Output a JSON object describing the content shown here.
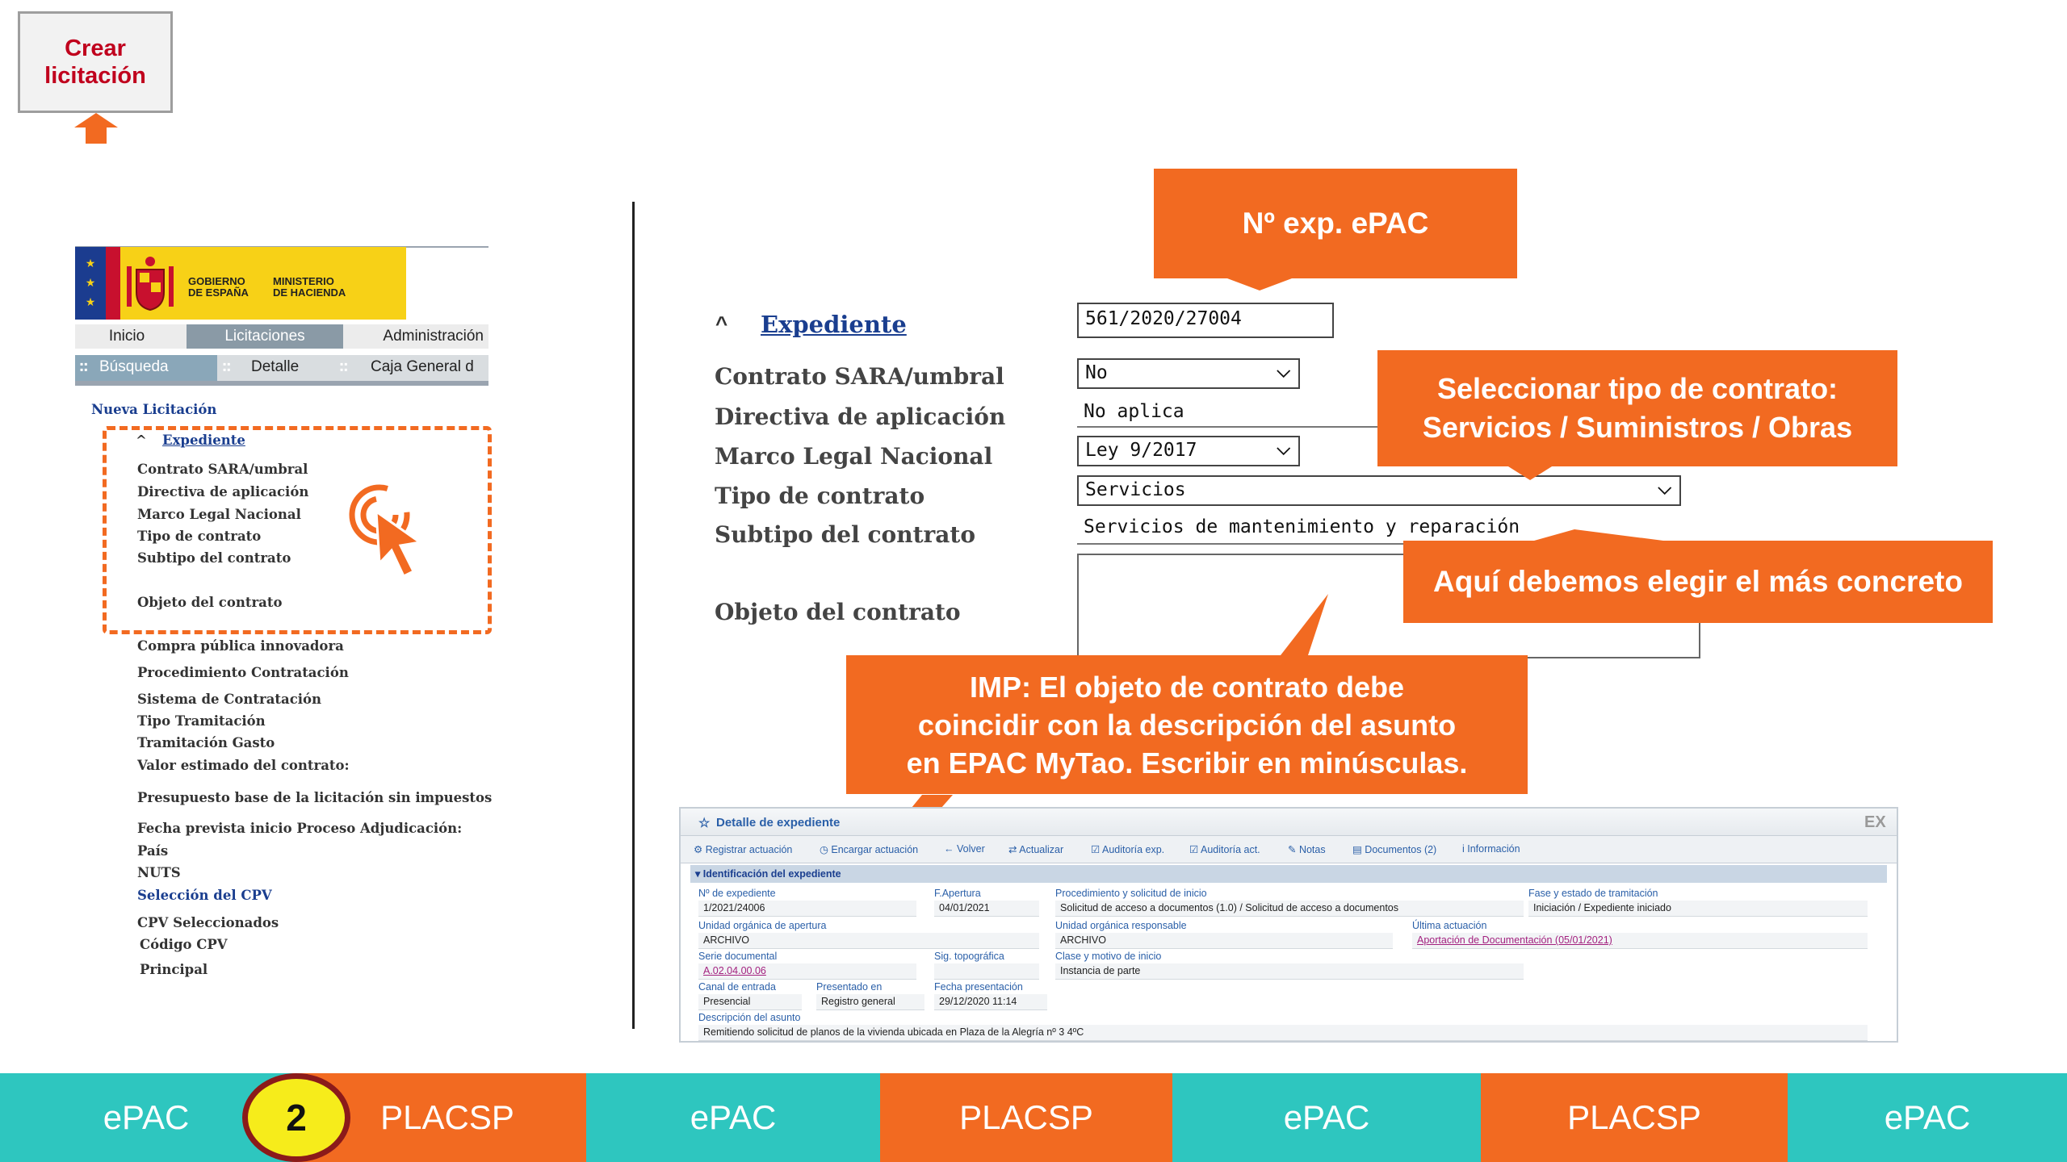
{
  "crear_button": {
    "label": "Crear licitación"
  },
  "mini_portal": {
    "gov_name_line1": "GOBIERNO",
    "gov_name_line2": "DE ESPAÑA",
    "ministry_line1": "MINISTERIO",
    "ministry_line2": "DE HACIENDA",
    "nav_main": [
      "Inicio",
      "Licitaciones",
      "Administración"
    ],
    "nav_sub": [
      "Búsqueda",
      "Detalle",
      "Caja General d"
    ],
    "new_title": "Nueva Licitación",
    "expediente_link": "Expediente",
    "expediente_items": [
      "Contrato SARA/umbral",
      "Directiva de aplicación",
      "Marco Legal Nacional",
      "Tipo de contrato",
      "Subtipo del contrato",
      "Objeto del contrato"
    ],
    "other_items": [
      "Compra pública innovadora",
      "Procedimiento Contratación",
      "Sistema de Contratación",
      "Tipo Tramitación",
      "Tramitación Gasto",
      "Valor estimado del contrato:",
      "Presupuesto base de la licitación sin impuestos",
      "Fecha prevista inicio Proceso Adjudicación:",
      "País",
      "NUTS"
    ],
    "cpv_link": "Selección del CPV",
    "cpv_items": [
      "CPV Seleccionados",
      "Código CPV",
      "Principal"
    ]
  },
  "form": {
    "section_title": "Expediente",
    "fields": [
      {
        "label": "Contrato SARA/umbral",
        "value": "No"
      },
      {
        "label": "Directiva de aplicación",
        "value": "No aplica"
      },
      {
        "label": "Marco Legal Nacional",
        "value": "Ley 9/2017"
      },
      {
        "label": "Tipo de contrato",
        "value": "Servicios"
      },
      {
        "label": "Subtipo del contrato",
        "value": "Servicios de mantenimiento y reparación"
      },
      {
        "label": "Objeto del contrato",
        "value": ""
      }
    ],
    "expediente_number": "561/2020/27004"
  },
  "callouts": {
    "exp_epac": "Nº exp. ePAC",
    "tipo_line1": "Seleccionar tipo de contrato:",
    "tipo_line2": "Servicios / Suministros /  Obras",
    "concreto": "Aquí debemos elegir el más concreto",
    "imp_line1": "IMP: El objeto de contrato  debe",
    "imp_line2": "coincidir  con la descripción del asunto",
    "imp_line3": "en EPAC MyTao. Escribir en minúsculas."
  },
  "detalle": {
    "title": "Detalle de expediente",
    "corner": "EX",
    "tools": [
      "Registrar actuación",
      "Encargar actuación",
      "Volver",
      "Actualizar",
      "Auditoría exp.",
      "Auditoría act.",
      "Notas",
      "Documentos (2)",
      "Información"
    ],
    "section": "Identificación del expediente",
    "f_num_label": "Nº de expediente",
    "f_num": "1/2021/24006",
    "f_apertura_label": "F.Apertura",
    "f_apertura": "04/01/2021",
    "f_proc_label": "Procedimiento y solicitud de inicio",
    "f_proc": "Solicitud de acceso a documentos (1.0) / Solicitud de acceso a documentos",
    "f_fase_label": "Fase y estado de tramitación",
    "f_fase": "Iniciación / Expediente iniciado",
    "f_unidad_label": "Unidad orgánica de apertura",
    "f_unidad": "ARCHIVO",
    "f_unidad_resp_label": "Unidad orgánica responsable",
    "f_unidad_resp": "ARCHIVO",
    "f_ultima_label": "Última actuación",
    "f_ultima": "Aportación de Documentación (05/01/2021)",
    "f_serie_label": "Serie documental",
    "f_serie": "A.02.04.00.06",
    "f_sig_label": "Sig. topográfica",
    "f_sig": "",
    "f_clase_label": "Clase y motivo de inicio",
    "f_clase": "Instancia de parte",
    "f_canal_label": "Canal de entrada",
    "f_canal": "Presencial",
    "f_presentado_label": "Presentado en",
    "f_presentado": "Registro general",
    "f_fecha_label": "Fecha presentación",
    "f_fecha": "29/12/2020 11:14",
    "f_desc_label": "Descripción del asunto",
    "f_desc": "Remitiendo solicitud de planos de la vivienda ubicada en Plaza de la Alegría nº 3 4ºC"
  },
  "bottom_tabs": [
    "ePAC",
    "PLACSP",
    "ePAC",
    "PLACSP",
    "ePAC",
    "PLACSP",
    "ePAC"
  ],
  "step_number": "2",
  "colors": {
    "accent_orange": "#f26a21",
    "teal": "#2ec6bf",
    "badge_yellow": "#f6ec1b",
    "link_blue": "#1a3e8f"
  }
}
